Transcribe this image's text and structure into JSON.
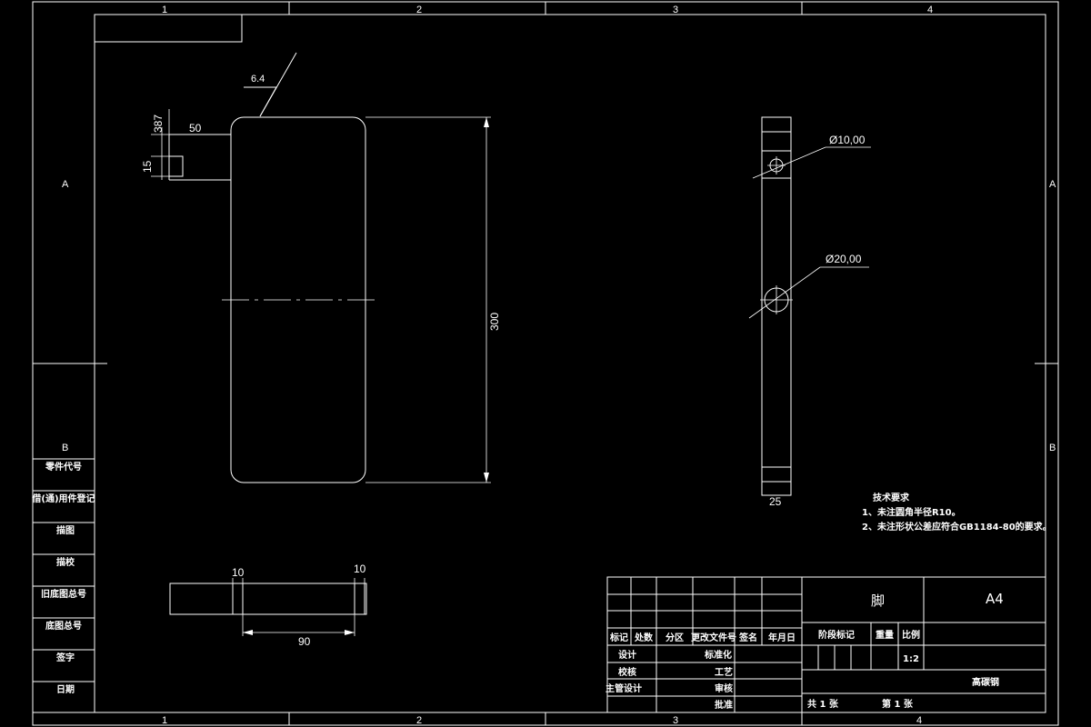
{
  "frame": {
    "col_labels": [
      "1",
      "2",
      "3",
      "4"
    ],
    "row_labels": [
      "A",
      "B"
    ]
  },
  "dims": {
    "roughness": "6.4",
    "d387": "387",
    "d50": "50",
    "d15": "15",
    "d300": "300",
    "d10_left": "10",
    "d10_right": "10",
    "d90": "90",
    "d25": "25",
    "phi10": "Ø10,00",
    "phi20": "Ø20,00"
  },
  "notes": {
    "title": "技术要求",
    "line1": "1、未注圆角半径R10。",
    "line2": "2、未注形状公差应符合GB1184-80的要求。"
  },
  "left_column": [
    "零件代号",
    "借(通)用件登记",
    "描图",
    "描校",
    "旧底图总号",
    "底图总号",
    "签字",
    "日期"
  ],
  "title_block": {
    "part_name": "脚",
    "sheet_size": "A4",
    "header_cells": [
      "标记",
      "处数",
      "分区",
      "更改文件号",
      "签名",
      "年月日"
    ],
    "stage_label": "阶段标记",
    "weight_label": "重量",
    "scale_label": "比例",
    "scale_value": "1:2",
    "material": "高碳钢",
    "rows": [
      "设计",
      "标准化",
      "校核",
      "工艺",
      "主管设计",
      "审核",
      "批准"
    ],
    "total_sheets": "共 1 张",
    "sheet_no": "第 1 张"
  }
}
